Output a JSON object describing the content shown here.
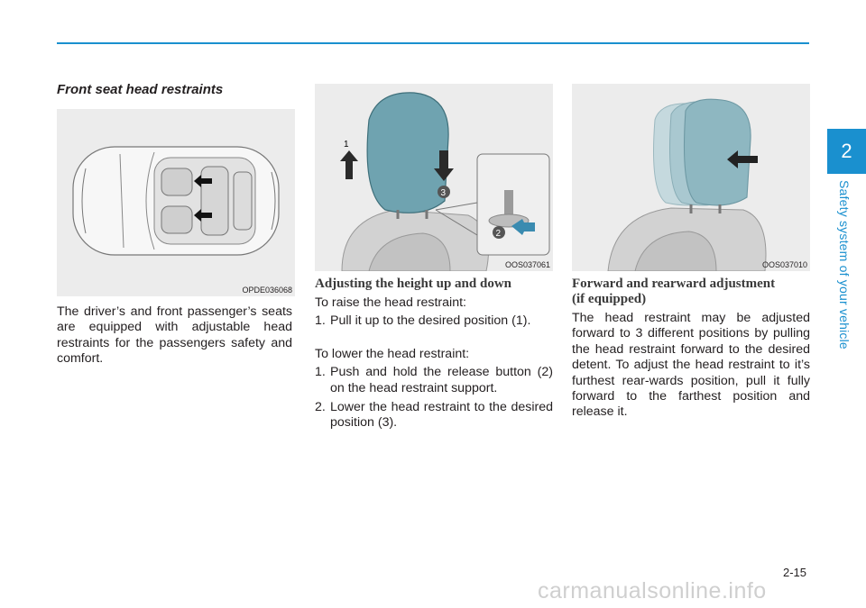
{
  "chapter": {
    "number": "2",
    "title": "Safety system of your vehicle"
  },
  "section_title": "Front seat head restraints",
  "figures": {
    "fig1": {
      "code": "OPDE036068"
    },
    "fig2": {
      "code": "OOS037061",
      "labels": [
        "1",
        "3",
        "2"
      ]
    },
    "fig3": {
      "code": "OOS037010"
    }
  },
  "col1": {
    "text": "The driver’s and front passenger’s seats are equipped with adjustable head restraints for the passengers safety and comfort."
  },
  "col2": {
    "heading": "Adjusting the height up and down",
    "raise_intro": "To raise the head restraint:",
    "raise_steps": [
      {
        "n": "1.",
        "text": "Pull it up to the desired position (1)."
      }
    ],
    "lower_intro": "To lower the head restraint:",
    "lower_steps": [
      {
        "n": "1.",
        "text": "Push and hold the release button (2) on the head restraint support."
      },
      {
        "n": "2.",
        "text": "Lower the head restraint to the desired position (3)."
      }
    ]
  },
  "col3": {
    "heading_line1": "Forward and rearward adjustment",
    "heading_line2": "(if equipped)",
    "text": "The head restraint may be adjusted forward to 3 different positions by pulling the head restraint forward to the desired detent. To adjust the head restraint to it’s furthest rear-wards position, pull it fully forward to the farthest position and release it."
  },
  "page_number": "2-15",
  "watermark": "carmanualsonline.info"
}
